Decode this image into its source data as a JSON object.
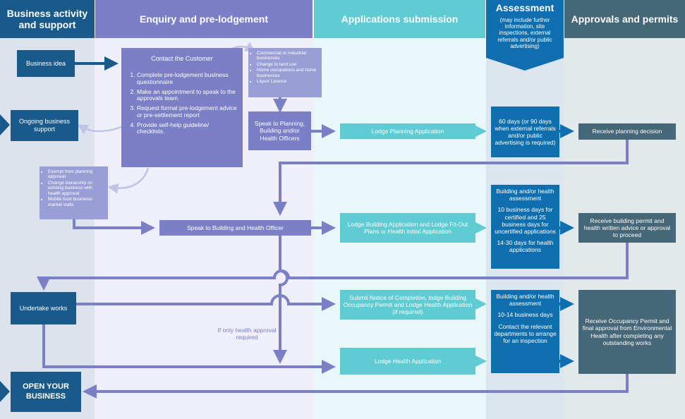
{
  "headers": {
    "col1": "Business activity and support",
    "col2": "Enquiry and pre-lodgement",
    "col3": "Applications submission",
    "col4_title": "Assessment",
    "col4_note": "(may include further information, site inspections, external referrals and/or public advertising)",
    "col5": "Approvals and permits"
  },
  "business": {
    "idea": "Business idea",
    "ongoing": "Ongoing business support",
    "undertake": "Undertake works",
    "open": "OPEN YOUR BUSINESS"
  },
  "contact": {
    "title": "Contact the Customer",
    "steps": [
      "Complete pre-lodgement business questionnaire",
      "Make an appointment to speak to the approvals team",
      "Request formal pre-lodgement advice or pre-settlement report",
      "Provide self-help guideline/ checklists."
    ]
  },
  "types_list": [
    "Commercial or industrial businesses",
    "Change to land use",
    "Home occupations and home businesses",
    "Liquor Licence"
  ],
  "exempt_list": [
    "Exempt from planning approval",
    "Change ownership on existing business with health approval",
    "Mobile food business/ market stalls"
  ],
  "speak_planning": "Speak to Planning, Building and/or Health Officers",
  "speak_building": "Speak to Building and Health Officer",
  "health_only_note": "If only health approval required",
  "submission": {
    "planning": "Lodge Planning Application",
    "building": "Lodge Building Application and Lodge Fit-Out Plans or Health Initial Application",
    "completion": "Submit Notice of Completion, lodge Building Occupancy Permit and Lodge Health Application (if required)",
    "health": "Lodge Health Application"
  },
  "assessment": {
    "planning": "60 days (or 90 days when external referrals and/or public advertising is required)",
    "building_title": "Building and/or health assessment",
    "building_days": "10 business days for certified and 25 business days for uncertified applications",
    "building_health": "14-30 days for health applications",
    "occupancy_title": "Building and/or health assessment",
    "occupancy_days": "10-14 business days",
    "occupancy_contact": "Contact the relevant departments to arrange for an inspection"
  },
  "approvals": {
    "planning": "Receive planning decision",
    "building": "Receive building permit and health written advice or approval to proceed",
    "occupancy": "Receive Occupancy Permit and final approval from Environmental Health after completing any outstanding works"
  },
  "colors": {
    "navy": "#1a5a8a",
    "purple": "#7b7fc6",
    "light_purple": "#9a9ed6",
    "teal": "#5fcbd3",
    "blue": "#0f6fae",
    "slate": "#456777"
  }
}
